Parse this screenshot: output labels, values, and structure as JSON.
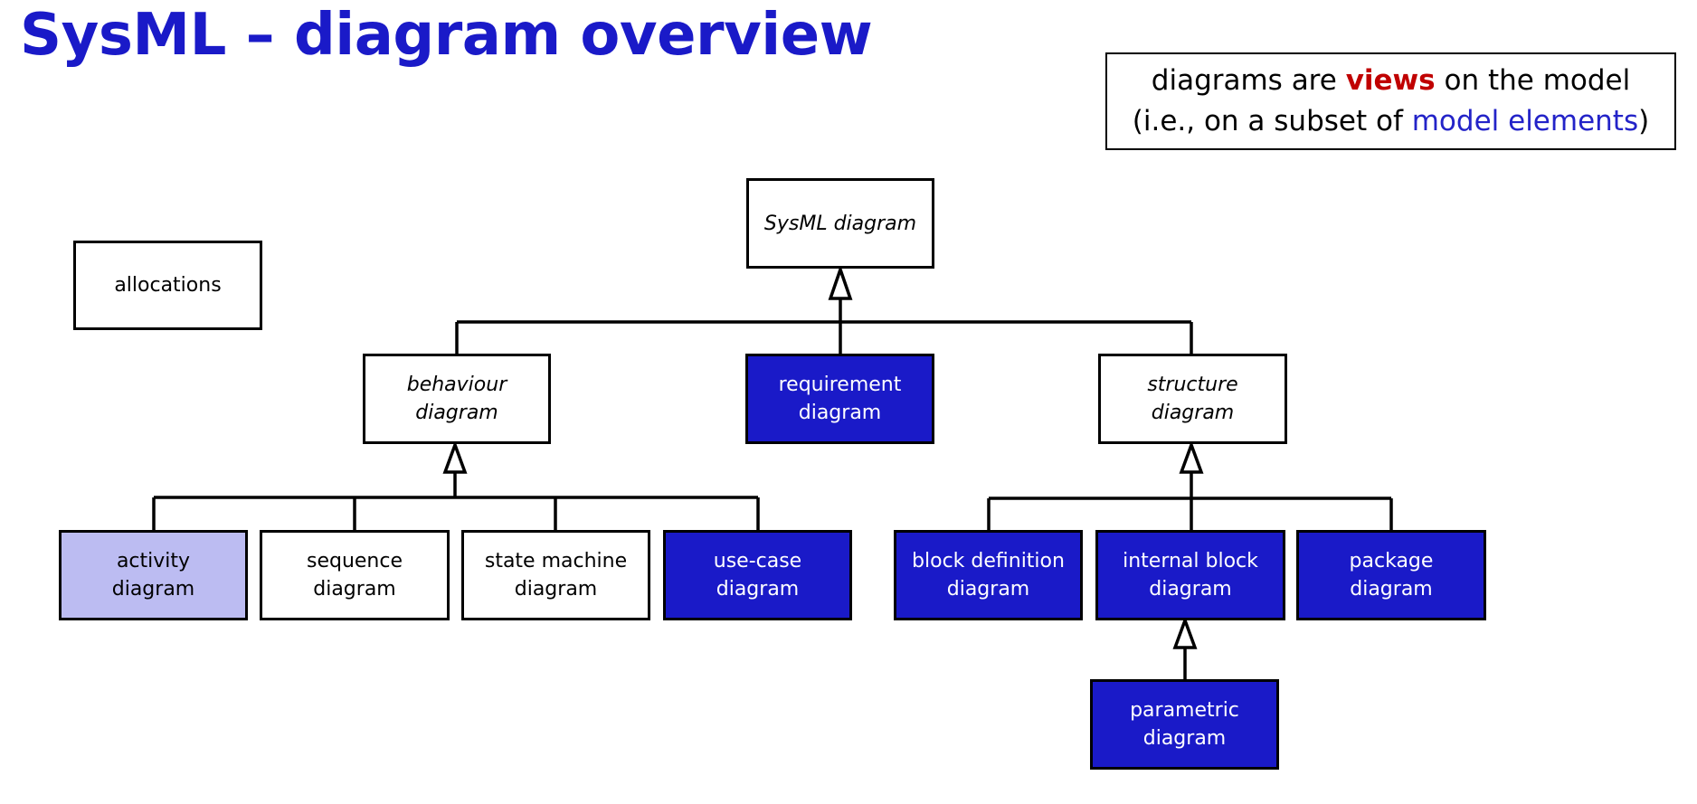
{
  "title": "SysML – diagram overview",
  "note": {
    "line1_prefix": "diagrams are ",
    "line1_highlight": "views",
    "line1_suffix": " on the model",
    "line2_prefix": "(i.e., on a subset of ",
    "line2_highlight": "model elements",
    "line2_suffix": ")"
  },
  "boxes": {
    "allocations": "allocations",
    "sysml": "SysML diagram",
    "behaviour": "behaviour\ndiagram",
    "requirement": "requirement\ndiagram",
    "structure": "structure\ndiagram",
    "activity": "activity\ndiagram",
    "sequence": "sequence\ndiagram",
    "state_machine": "state machine\ndiagram",
    "use_case": "use-case\ndiagram",
    "block_definition": "block definition\ndiagram",
    "internal_block": "internal block\ndiagram",
    "package": "package\ndiagram",
    "parametric": "parametric\ndiagram"
  },
  "colors": {
    "title": "#1a1ac8",
    "dark_fill": "#1a1ac8",
    "light_fill": "#bcbcf2",
    "emphasis_red": "#c00000",
    "emphasis_blue": "#2323c8"
  }
}
